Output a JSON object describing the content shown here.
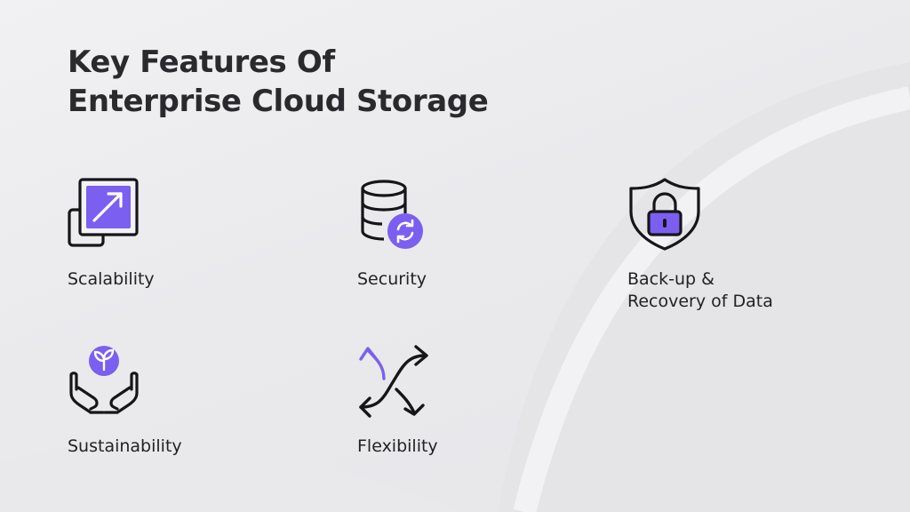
{
  "title": {
    "line1": "Key Features Of",
    "line2": "Enterprise Cloud Storage"
  },
  "colors": {
    "accent": "#7b5ff0",
    "ink": "#16161a",
    "text": "#222226",
    "background": "#ececee"
  },
  "features": [
    {
      "icon": "scale-arrow-icon",
      "label": "Scalability"
    },
    {
      "icon": "database-sync-icon",
      "label": "Security"
    },
    {
      "icon": "shield-lock-icon",
      "label_line1": "Back-up &",
      "label_line2": "Recovery of Data"
    },
    {
      "icon": "hands-plant-icon",
      "label": "Sustainability"
    },
    {
      "icon": "crossing-arrows-icon",
      "label": "Flexibility"
    }
  ]
}
